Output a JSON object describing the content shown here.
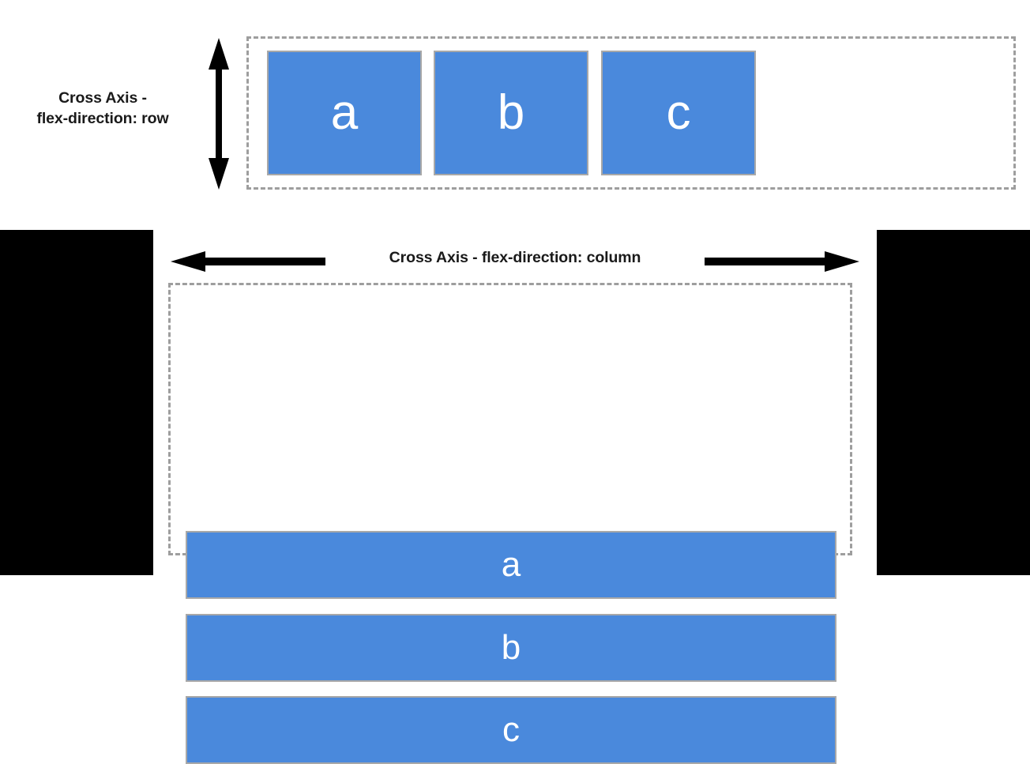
{
  "diagram": {
    "title": "CSS Flexbox cross axis illustration",
    "colors": {
      "item_fill": "#4a89dc",
      "item_border": "#a8a8a8",
      "container_border": "#9e9e9e",
      "label_text": "#1a1a1a",
      "item_text": "#ffffff",
      "letterbox": "#000000",
      "background": "#ffffff"
    }
  },
  "row_section": {
    "axis_label_line1": "Cross Axis -",
    "axis_label_line2": "flex-direction: row",
    "arrow_direction": "vertical-double",
    "items": [
      {
        "label": "a"
      },
      {
        "label": "b"
      },
      {
        "label": "c"
      }
    ]
  },
  "column_section": {
    "axis_label": "Cross Axis - flex-direction: column",
    "arrow_direction": "horizontal-double",
    "items": [
      {
        "label": "a"
      },
      {
        "label": "b"
      },
      {
        "label": "c"
      }
    ]
  }
}
